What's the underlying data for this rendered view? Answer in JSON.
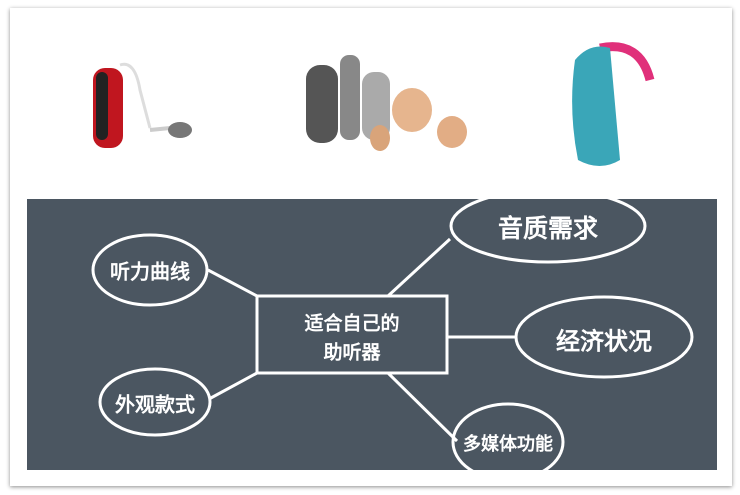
{
  "diagram": {
    "center": {
      "line1": "适合自己的",
      "line2": "助听器"
    },
    "nodes": {
      "hearing_curve": "听力曲线",
      "appearance": "外观款式",
      "sound_quality": "音质需求",
      "economy": "经济状况",
      "multimedia": "多媒体功能"
    }
  },
  "colors": {
    "panel": "#4b5661",
    "stroke": "#ffffff"
  }
}
